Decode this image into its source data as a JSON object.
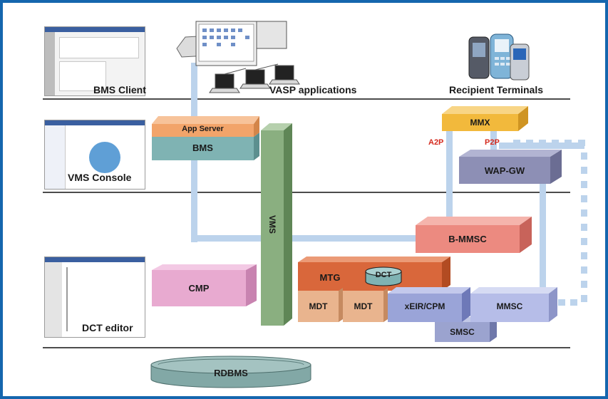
{
  "colors": {
    "frame": "#1566ae",
    "connector": "#bcd3ec",
    "app_server": "#f2a46a",
    "bms": "#7fb3b3",
    "vms": "#8aaf80",
    "mmx": "#f2b93c",
    "wap_gw": "#8d8fb5",
    "b_mmsc": "#ec8a80",
    "mtg": "#d9673b",
    "mdt": "#e9b48e",
    "xeir_cpm": "#9aa4d8",
    "mmsc": "#b6bde8",
    "smsc": "#9ba3cf",
    "cmp": "#e8aad0",
    "rdbms": "#82a8a6",
    "label_red": "#d42a1e"
  },
  "layers": {
    "bms_client": "BMS Client",
    "vms_console": "VMS Console",
    "dct_editor": "DCT editor"
  },
  "groups": {
    "vasp_applications": "VASP applications",
    "recipient_terminals": "Recipient Terminals"
  },
  "components": {
    "app_server": "App Server",
    "bms": "BMS",
    "vms": "VMS",
    "mmx": "MMX",
    "wap_gw": "WAP-GW",
    "b_mmsc": "B-MMSC",
    "mtg": "MTG",
    "dct": "DCT",
    "mdt_1": "MDT",
    "mdt_2": "MDT",
    "xeir_cpm": "xEIR/CPM",
    "mmsc": "MMSC",
    "smsc": "SMSC",
    "cmp": "CMP",
    "rdbms": "RDBMS"
  },
  "links": {
    "a2p": "A2P",
    "p2p": "P2P"
  },
  "icons": {
    "bms_client_screenshot": "application-window-screenshot",
    "vms_console_screenshot": "application-window-screenshot",
    "dct_editor_screenshot": "application-window-screenshot",
    "vasp_applications": "networked-computers-icon",
    "recipient_terminals": "mobile-phones-icon"
  }
}
